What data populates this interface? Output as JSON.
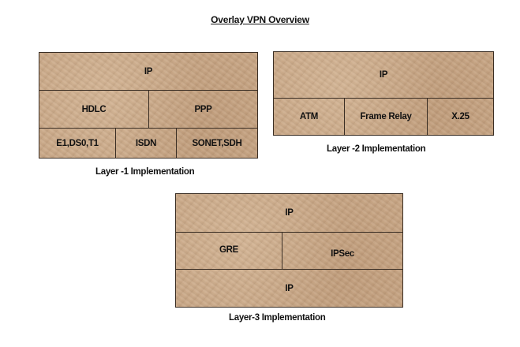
{
  "title": "Overlay VPN Overview",
  "layer1": {
    "caption": "Layer -1 Implementation",
    "row1": [
      "IP"
    ],
    "row2": [
      "HDLC",
      "PPP"
    ],
    "row3": [
      "E1,DS0,T1",
      "ISDN",
      "SONET,SDH"
    ]
  },
  "layer2": {
    "caption": "Layer -2 Implementation",
    "row1": [
      "IP"
    ],
    "row2": [
      "ATM",
      "Frame Relay",
      "X.25"
    ]
  },
  "layer3": {
    "caption": "Layer-3 Implementation",
    "row1": [
      "IP"
    ],
    "row2": [
      "GRE",
      "IPSec"
    ],
    "row3": [
      "IP"
    ]
  },
  "colors": {
    "box_fill": "#c7a584",
    "border": "#3a2e24"
  }
}
